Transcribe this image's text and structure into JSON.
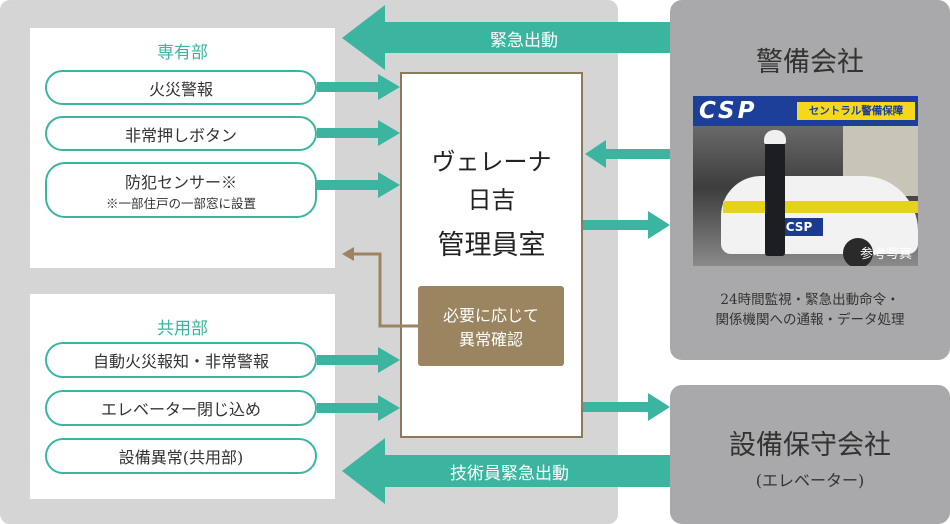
{
  "private_section": {
    "title": "専有部",
    "items": [
      "火災警報",
      "非常押しボタン"
    ],
    "sensor": {
      "label": "防犯センサー※",
      "note": "※一部住戸の一部窓に設置"
    }
  },
  "common_section": {
    "title": "共用部",
    "items": [
      "自動火災報知・非常警報",
      "エレベーター閉じ込め",
      "設備異常(共用部)"
    ]
  },
  "management_room": {
    "name_line1": "ヴェレーナ",
    "name_line2": "日吉",
    "name_line3": "管理員室",
    "check_line1": "必要に応じて",
    "check_line2": "異常確認"
  },
  "security_company": {
    "title": "警備会社",
    "photo_logo": "CSP",
    "photo_brand": "セントラル警備保障",
    "photo_caption": "参考写真",
    "desc_line1": "24時間監視・緊急出動命令・",
    "desc_line2": "関係機関への通報・データ処理"
  },
  "maintenance_company": {
    "title": "設備保守会社",
    "subtitle": "(エレベーター)"
  },
  "arrows": {
    "emergency_dispatch": "緊急出動",
    "technician_dispatch": "技術員緊急出動"
  },
  "colors": {
    "teal": "#3bb5a0",
    "brown": "#9a8560",
    "panel_gray": "#d5d5d6",
    "right_gray": "#a9a9ab"
  }
}
